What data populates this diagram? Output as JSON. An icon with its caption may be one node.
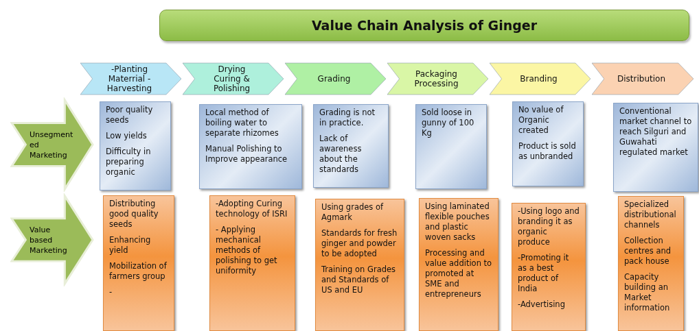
{
  "diagram": {
    "title": "Value Chain Analysis of Ginger",
    "nodes": [
      {
        "text": [
          "-Planting Materrial -Harvesting"
        ]
      },
      {
        "text": [
          "Drying",
          "Curing & Polishing"
        ]
      },
      {
        "text": [
          "Grading"
        ]
      },
      {
        "text": [
          "Packaging",
          "Processing"
        ]
      },
      {
        "text": [
          "Branding"
        ]
      },
      {
        "text": [
          "Distribution"
        ]
      },
      {
        "text": [
          "Unsegmented Marketing"
        ]
      },
      {
        "text": [
          "Poor quality seeds",
          "Low yields",
          "Difficulty in preparing organic"
        ]
      },
      {
        "text": [
          "Local method of boiling water to separate rhizomes",
          "Manual Polishing to Improve appearance"
        ]
      },
      {
        "text": [
          "Grading is not in practice.",
          "Lack of awareness about the standards"
        ]
      },
      {
        "text": [
          "Sold loose in gunny of 100 Kg"
        ]
      },
      {
        "text": [
          "No value of Organic created",
          "Product is sold as unbranded"
        ]
      },
      {
        "text": [
          "Conventional market channel to reach Silguri and Guwahati regulated market"
        ]
      },
      {
        "text": [
          "Value based Marketing"
        ]
      },
      {
        "text": [
          "Distributing good quality seeds",
          "Enhancing yield",
          "Mobilization of farmers group",
          "-"
        ]
      },
      {
        "text": [
          "-Adopting Curing technology of ISRI",
          "- Applying mechanical methods of polishing to get uniformity"
        ]
      },
      {
        "text": [
          "Using grades of Agmark",
          "Standards for fresh ginger and powder to be adopted",
          "Training on Grades and Standards of US and EU"
        ]
      },
      {
        "text": [
          "Using laminated flexible pouches and plastic woven sacks",
          "Processing and value addition to promoted at SME and entrepreneurs"
        ]
      },
      {
        "text": [
          "-Using logo and branding it as organic produce",
          "-Promoting it as a best product of India",
          "-Advertising"
        ]
      },
      {
        "text": [
          "Specialized distributional channels",
          "Collection centres and pack house",
          "Capacity building an Market information"
        ]
      }
    ]
  }
}
